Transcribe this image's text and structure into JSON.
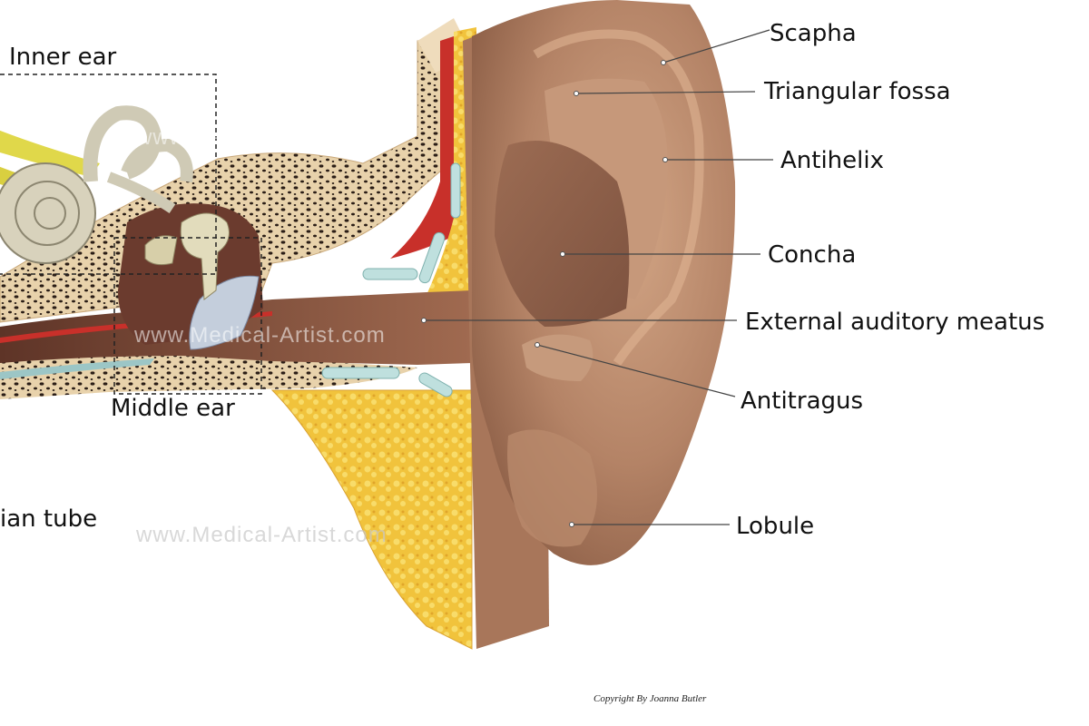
{
  "labels": {
    "inner_ear": "Inner ear",
    "middle_ear": "Middle ear",
    "eustachian_tube": "ian tube",
    "scapha": "Scapha",
    "triangular_fossa": "Triangular fossa",
    "antihelix": "Antihelix",
    "concha": "Concha",
    "external_auditory_meatus": "External auditory meatus",
    "antitragus": "Antitragus",
    "lobule": "Lobule"
  },
  "watermark": "www.Medical-Artist.com",
  "copyright": "Copyright    By Joanna Butler",
  "colors": {
    "skin": "#b98a6c",
    "skin_dark": "#8e6249",
    "bone": "#e9d3ad",
    "fat": "#f3c640",
    "muscle": "#c8302a",
    "cartilage": "#bfe0de",
    "canal": "#7a4a3a"
  }
}
